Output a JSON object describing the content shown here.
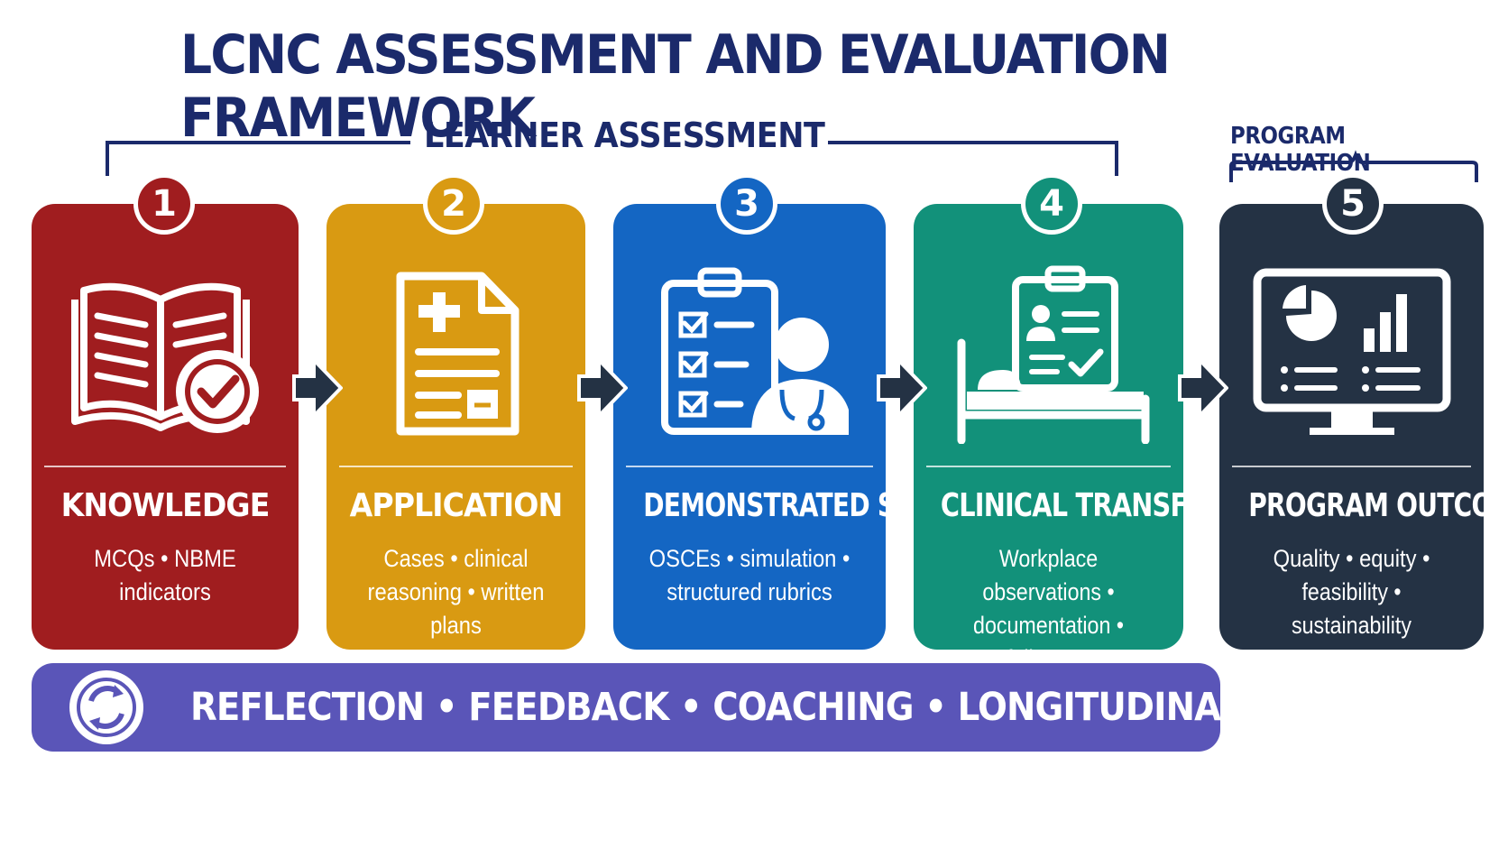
{
  "title": "LCNC ASSESSMENT AND EVALUATION FRAMEWORK",
  "learner_label": "LEARNER ASSESSMENT",
  "program_label": "PROGRAM EVALUATION",
  "colors": {
    "title": "#1b2a6b",
    "knowledge": "#a01d1f",
    "application": "#d99a12",
    "skill": "#1466c3",
    "transfer": "#12917a",
    "outcomes": "#243244",
    "bar": "#5a55b8",
    "arrow": "#243244"
  },
  "steps": [
    {
      "number": "1",
      "heading": "KNOWLEDGE",
      "desc_line1": "MCQs • NBME indicators",
      "desc_line2": "",
      "icon": "book-check-icon"
    },
    {
      "number": "2",
      "heading": "APPLICATION",
      "desc_line1": "Cases • clinical",
      "desc_line2": "reasoning • written plans",
      "icon": "medical-document-icon"
    },
    {
      "number": "3",
      "heading": "DEMONSTRATED SKILL",
      "desc_line1": "OSCEs • simulation •",
      "desc_line2": "structured rubrics",
      "icon": "checklist-doctor-icon"
    },
    {
      "number": "4",
      "heading": "CLINICAL TRANSFER",
      "desc_line1": "Workplace observations •",
      "desc_line2": "documentation • follow-up",
      "icon": "hospital-bed-icon"
    },
    {
      "number": "5",
      "heading": "PROGRAM OUTCOMES",
      "desc_line1": "Quality • equity •",
      "desc_line2": "feasibility • sustainability",
      "icon": "dashboard-monitor-icon"
    }
  ],
  "bottom_bar": {
    "text": "REFLECTION • FEEDBACK • COACHING • LONGITUDINAL DASHBOARD",
    "icon": "cycle-icon"
  }
}
